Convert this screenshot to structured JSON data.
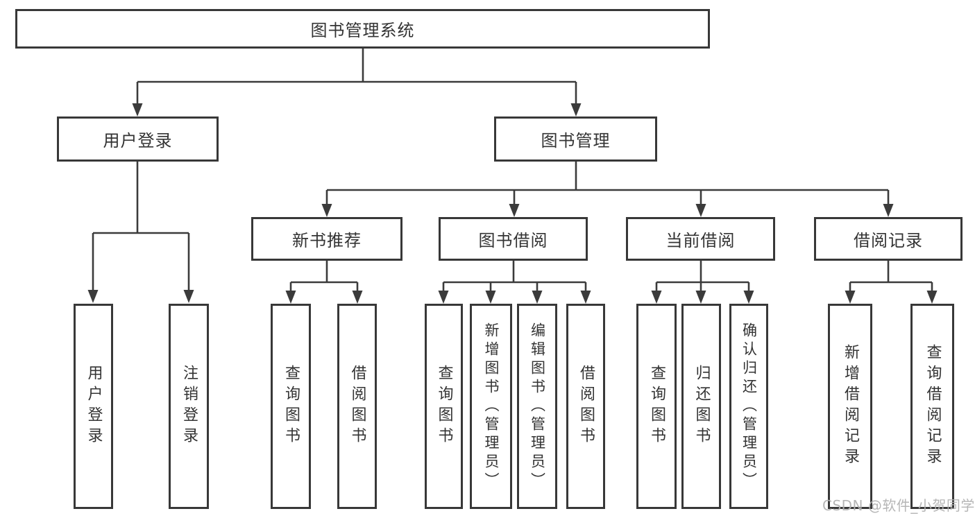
{
  "diagram": {
    "root": "图书管理系统",
    "level2": [
      "用户登录",
      "图书管理"
    ],
    "level3": [
      "新书推荐",
      "图书借阅",
      "当前借阅",
      "借阅记录"
    ],
    "leaves": [
      "用户登录",
      "注销登录",
      "查询图书",
      "借阅图书",
      "查询图书",
      "新增图书（管理员）",
      "编辑图书（管理员）",
      "借阅图书",
      "查询图书",
      "归还图书",
      "确认归还（管理员）",
      "新增借阅记录",
      "查询借阅记录"
    ]
  },
  "watermark": "CSDN @软件_小贺同学",
  "colors": {
    "border": "#383838",
    "line": "#3b3b3b",
    "text": "#333333",
    "background": "#ffffff",
    "watermark": "#b2b2b2"
  }
}
